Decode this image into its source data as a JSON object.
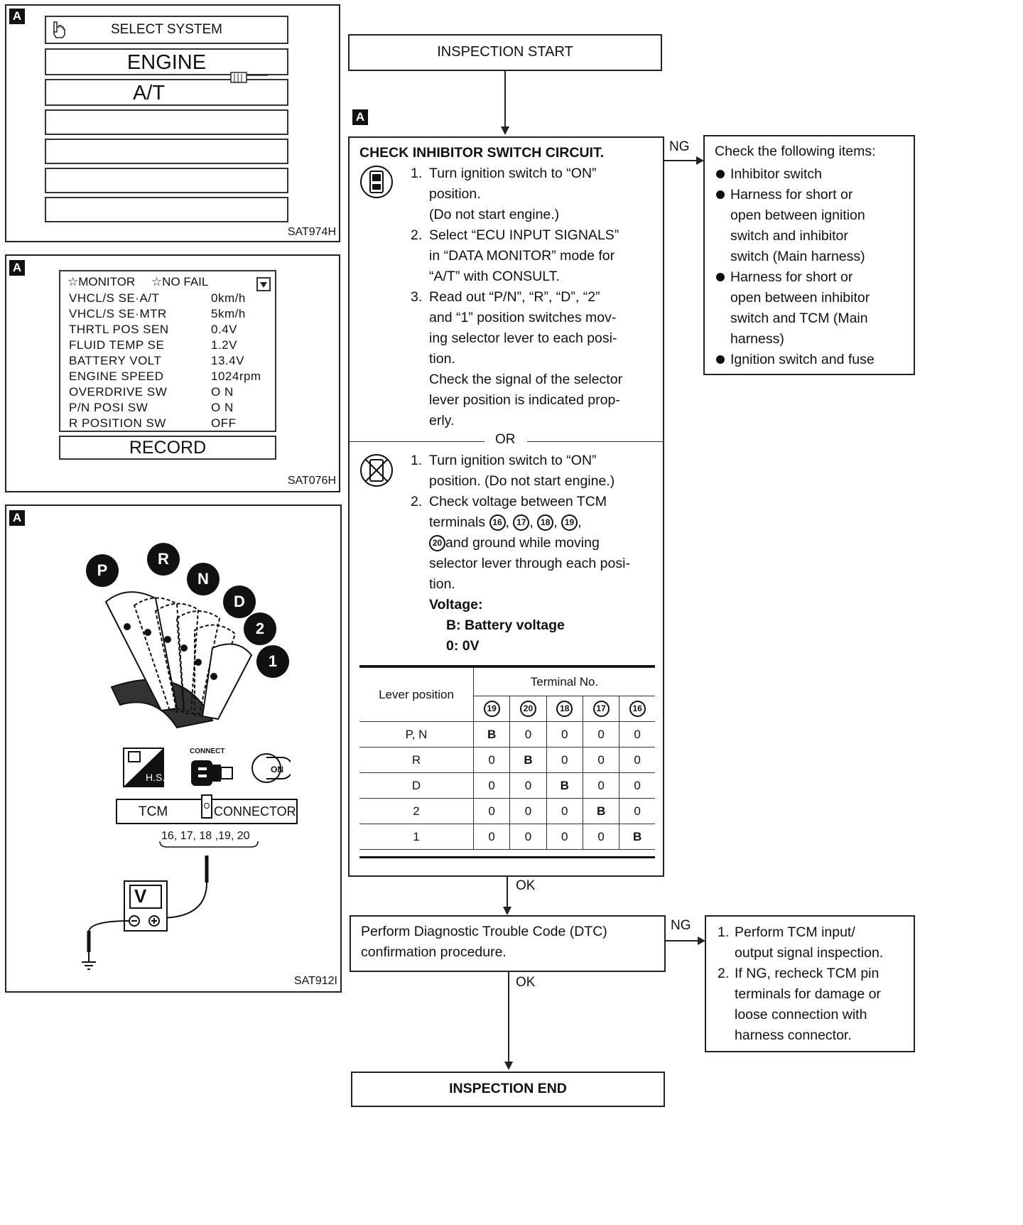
{
  "panel_tag": "A",
  "panel1": {
    "title": "SELECT SYSTEM",
    "items": [
      "ENGINE",
      "A/T"
    ],
    "code": "SAT974H"
  },
  "panel2": {
    "header_left": "☆MONITOR",
    "header_right": "☆NO FAIL",
    "rows": [
      {
        "label": "VHCL/S SE·A/T",
        "value": "0km/h"
      },
      {
        "label": "VHCL/S SE·MTR",
        "value": "5km/h"
      },
      {
        "label": "THRTL POS SEN",
        "value": "0.4V"
      },
      {
        "label": "FLUID TEMP SE",
        "value": "1.2V"
      },
      {
        "label": "BATTERY VOLT",
        "value": "13.4V"
      },
      {
        "label": "ENGINE SPEED",
        "value": "1024rpm"
      },
      {
        "label": "OVERDRIVE SW",
        "value": "O N"
      },
      {
        "label": "P/N POSI SW",
        "value": "O N"
      },
      {
        "label": "R POSITION SW",
        "value": "OFF"
      }
    ],
    "record": "RECORD",
    "code": "SAT076H"
  },
  "panel3": {
    "positions": [
      "P",
      "R",
      "N",
      "D",
      "2",
      "1"
    ],
    "connect_label": "CONNECT",
    "hs_label": "H.S.",
    "on_label": "ON",
    "tcm": "TCM",
    "connector": "CONNECTOR",
    "terminals": "16, 17, 18 ,19, 20",
    "meter": "V",
    "code": "SAT912I"
  },
  "flow": {
    "start": "INSPECTION START",
    "end": "INSPECTION END",
    "ng": "NG",
    "ok": "OK",
    "or": "OR",
    "check": {
      "title": "CHECK INHIBITOR SWITCH CIRCUIT.",
      "steps_a": [
        {
          "n": "1.",
          "lines": [
            "Turn ignition switch to “ON”",
            "position.",
            "(Do not start engine.)"
          ]
        },
        {
          "n": "2.",
          "lines": [
            "Select “ECU INPUT SIGNALS”",
            "in “DATA MONITOR” mode for",
            "“A/T” with CONSULT."
          ]
        },
        {
          "n": "3.",
          "lines": [
            "Read out “P/N”, “R”, “D”, “2”",
            "and “1” position switches mov-",
            "ing selector lever to each posi-",
            "tion.",
            "Check the signal of the selector",
            "lever position is indicated prop-",
            "erly."
          ]
        }
      ],
      "steps_b": [
        {
          "n": "1.",
          "lines": [
            "Turn ignition switch to “ON”",
            "position. (Do not start engine.)"
          ]
        },
        {
          "n": "2.",
          "lines": [
            "Check voltage between TCM",
            "terminals"
          ]
        }
      ],
      "terminal_list": [
        "16",
        "17",
        "18",
        "19",
        "20"
      ],
      "after_terminals": [
        "and ground while moving",
        "selector lever through each posi-",
        "tion."
      ],
      "voltage_title": "Voltage:",
      "voltage_b": "B: Battery voltage",
      "voltage_0": "0: 0V"
    },
    "table": {
      "lever_header": "Lever position",
      "terminal_header": "Terminal No.",
      "terminals": [
        "19",
        "20",
        "18",
        "17",
        "16"
      ],
      "rows": [
        {
          "pos": "P, N",
          "vals": [
            "B",
            "0",
            "0",
            "0",
            "0"
          ]
        },
        {
          "pos": "R",
          "vals": [
            "0",
            "B",
            "0",
            "0",
            "0"
          ]
        },
        {
          "pos": "D",
          "vals": [
            "0",
            "0",
            "B",
            "0",
            "0"
          ]
        },
        {
          "pos": "2",
          "vals": [
            "0",
            "0",
            "0",
            "B",
            "0"
          ]
        },
        {
          "pos": "1",
          "vals": [
            "0",
            "0",
            "0",
            "0",
            "B"
          ]
        }
      ]
    },
    "ng1": {
      "title": "Check the following items:",
      "items": [
        [
          "Inhibitor switch"
        ],
        [
          "Harness for short or",
          "open between ignition",
          "switch and inhibitor",
          "switch (Main harness)"
        ],
        [
          "Harness for short or",
          "open between inhibitor",
          "switch and TCM (Main",
          "harness)"
        ],
        [
          "Ignition switch and fuse"
        ]
      ]
    },
    "dtc": [
      "Perform Diagnostic Trouble Code (DTC)",
      "confirmation procedure."
    ],
    "ng2": [
      {
        "n": "1.",
        "lines": [
          "Perform TCM input/",
          "output signal inspection."
        ]
      },
      {
        "n": "2.",
        "lines": [
          "If NG, recheck TCM pin",
          "terminals for damage or",
          "loose connection with",
          "harness connector."
        ]
      }
    ]
  }
}
